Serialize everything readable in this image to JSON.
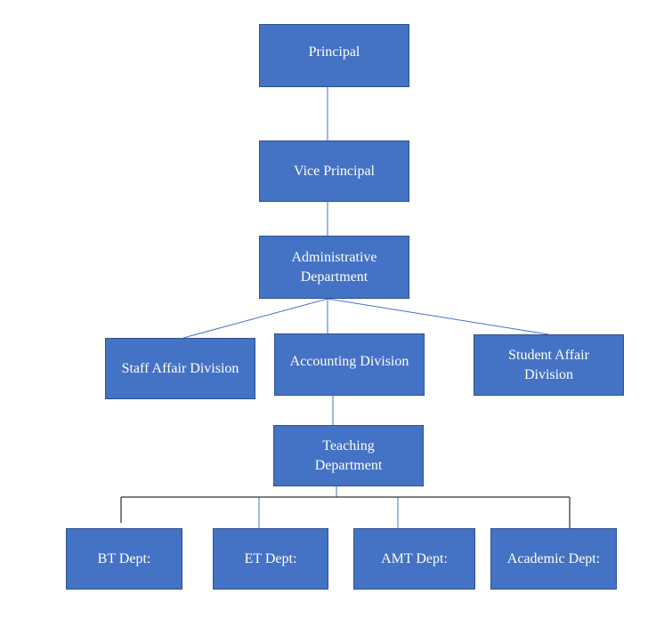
{
  "colors": {
    "box_fill": "#4472C4",
    "box_border": "#2F528F",
    "connector_blue": "#4472C4",
    "connector_black": "#000000",
    "text": "#FFFFFF"
  },
  "nodes": {
    "principal": "Principal",
    "vice_principal": "Vice Principal",
    "administrative_department": "Administrative\nDepartment",
    "staff_affair_division": "Staff Affair Division",
    "accounting_division": "Accounting Division",
    "student_affair_division": "Student Affair\nDivision",
    "teaching_department": "Teaching\nDepartment",
    "bt_dept": "BT Dept:",
    "et_dept": "ET Dept:",
    "amt_dept": "AMT Dept:",
    "academic_dept": "Academic Dept:"
  }
}
